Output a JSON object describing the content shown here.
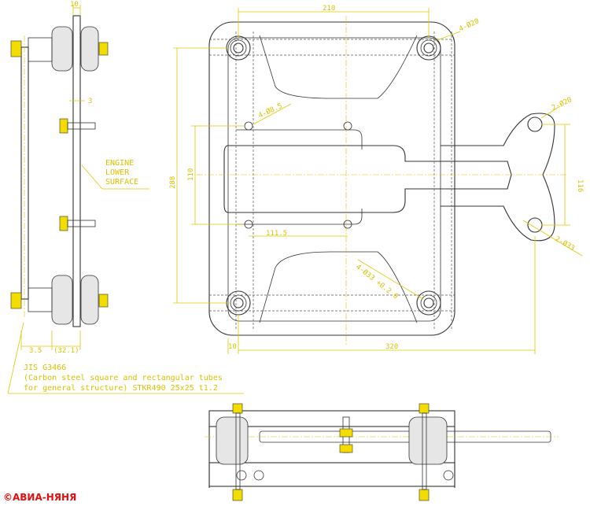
{
  "dimensions": {
    "top_width": "210",
    "bolt_holes": "4-Ø20",
    "small_holes": "4-Ø8.5",
    "height_outer": "288",
    "height_inner": "110",
    "ear_holes": "2-Ø20",
    "ear_spacing": "116",
    "offset_115": "111.5",
    "tol_holes": "4-Ø33 +0.2 0",
    "ear_holes_bottom": "2-Ø33",
    "left_10": "10",
    "bottom_320": "320",
    "side_top_10": "10",
    "side_3": "3",
    "side_35": "3.5",
    "side_321": "(32.1)"
  },
  "notes": {
    "engine_line1": "ENGINE",
    "engine_line2": "LOWER",
    "engine_line3": "SURFACE",
    "spec_line1": "JIS G3466",
    "spec_line2": "(Carbon steel square and rectangular tubes",
    "spec_line3": "for general structure) STKR490 25x25 t1.2"
  },
  "watermark": "©АВИА-НЯНЯ"
}
